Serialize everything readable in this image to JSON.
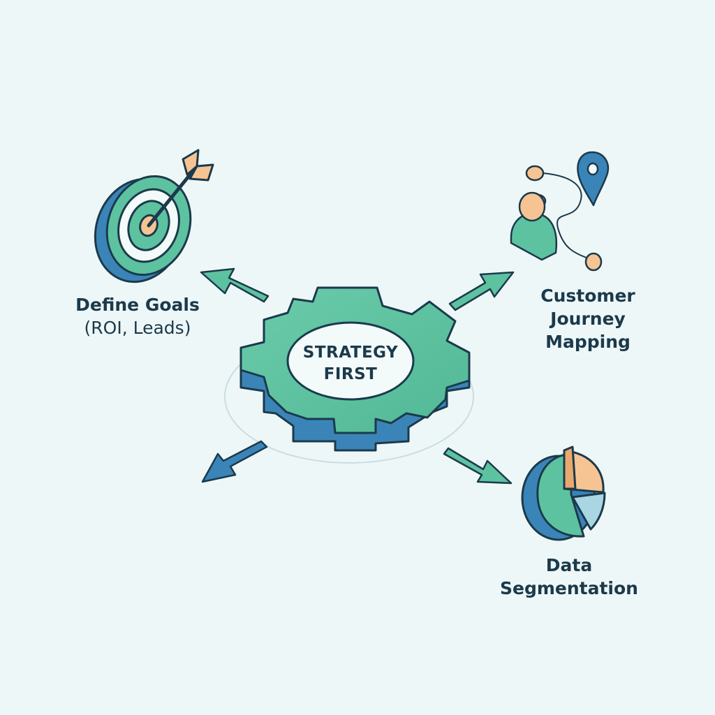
{
  "center": {
    "line1": "STRATEGY",
    "line2": "FIRST"
  },
  "nodes": {
    "goals": {
      "title": "Define Goals",
      "subtitle": "(ROI, Leads)",
      "icon": "target-icon"
    },
    "journey": {
      "line1": "Customer",
      "line2": "Journey",
      "line3": "Mapping",
      "icon": "journey-map-icon"
    },
    "data": {
      "line1": "Data",
      "line2": "Segmentation",
      "icon": "pie-chart-icon"
    }
  },
  "colors": {
    "background": "#EEF7F8",
    "teal": "#5DC2A0",
    "blue": "#3A84B8",
    "outline": "#1B3A4B",
    "peach": "#F6C493",
    "light_blue": "#A9D6E2"
  }
}
